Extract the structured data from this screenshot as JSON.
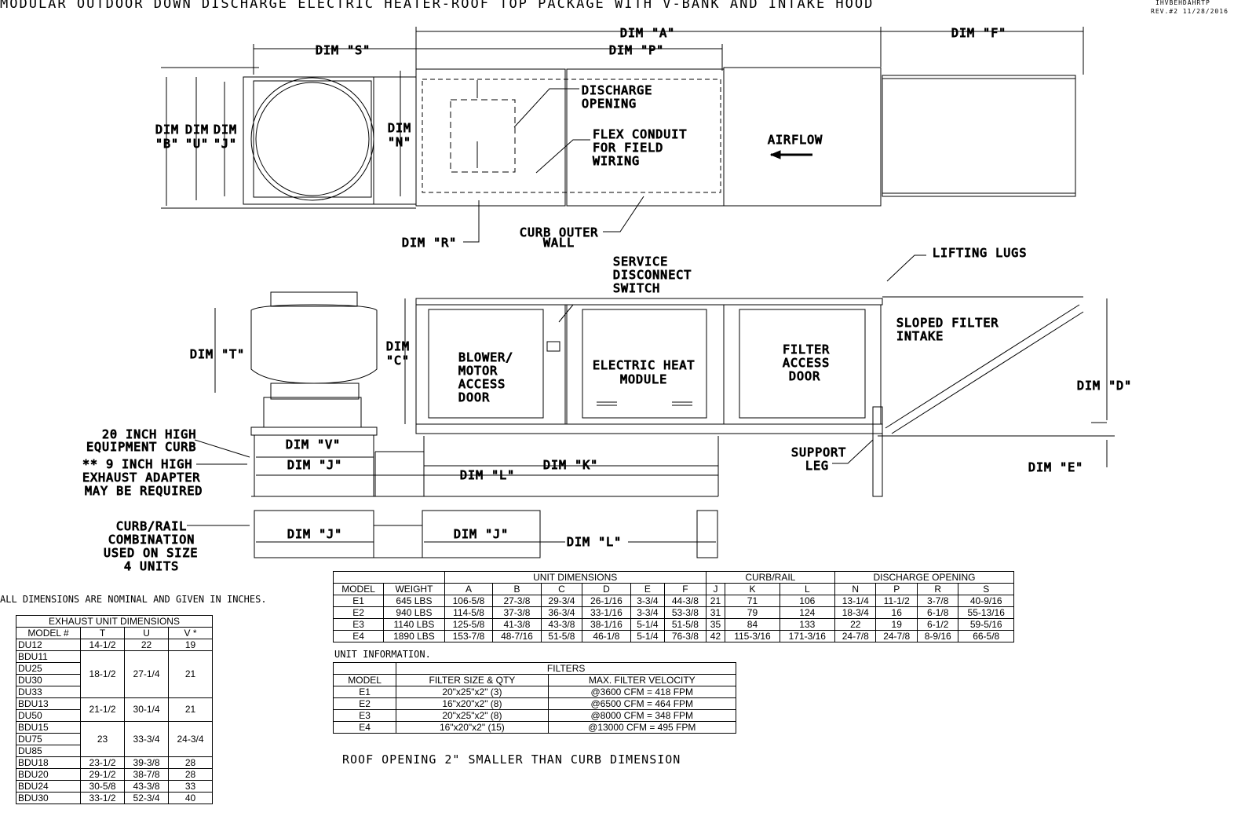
{
  "title": "MODULAR OUTDOOR DOWN DISCHARGE ELECTRIC HEATER-ROOF TOP PACKAGE WITH V-BANK AND INTAKE HOOD",
  "drawing_id": "IHVBEHDAHRTP",
  "revision": "REV.#2   11/28/2016",
  "labels": {
    "dim_a": "DIM \"A\"",
    "dim_f": "DIM \"F\"",
    "dim_s": "DIM \"S\"",
    "dim_p": "DIM \"P\"",
    "dim_b1": "DIM",
    "dim_b2": "\"B\"",
    "dim_u1": "DIM",
    "dim_u2": "\"U\"",
    "dim_j1": "DIM",
    "dim_j2": "\"J\"",
    "dim_n1": "DIM",
    "dim_n2": "\"N\"",
    "discharge1": "DISCHARGE",
    "discharge2": "OPENING",
    "flex1": "FLEX CONDUIT",
    "flex2": "FOR FIELD",
    "flex3": "WIRING",
    "airflow": "AIRFLOW",
    "dim_r": "DIM \"R\"",
    "curb1": "CURB OUTER",
    "curb2": "WALL",
    "service1": "SERVICE",
    "service2": "DISCONNECT",
    "service3": "SWITCH",
    "lifting": "LIFTING LUGS",
    "sloped1": "SLOPED FILTER",
    "sloped2": "INTAKE",
    "dim_t": "DIM \"T\"",
    "dim_c1": "DIM",
    "dim_c2": "\"C\"",
    "blower1": "BLOWER/",
    "blower2": "MOTOR",
    "blower3": "ACCESS",
    "blower4": "DOOR",
    "heat1": "ELECTRIC HEAT",
    "heat2": "MODULE",
    "filter1": "FILTER",
    "filter2": "ACCESS",
    "filter3": "DOOR",
    "dim_d": "DIM \"D\"",
    "dim_e": "DIM \"E\"",
    "curb20_1": "20 INCH HIGH",
    "curb20_2": "EQUIPMENT CURB",
    "adapter1": "** 9 INCH HIGH",
    "adapter2": "EXHAUST ADAPTER",
    "adapter3": "MAY BE REQUIRED",
    "dim_v": "DIM \"V\"",
    "dim_j_a": "DIM \"J\"",
    "dim_l_a": "DIM \"L\"",
    "dim_k": "DIM \"K\"",
    "support1": "SUPPORT",
    "support2": "LEG",
    "combo1": "CURB/RAIL",
    "combo2": "COMBINATION",
    "combo3": "USED ON SIZE",
    "combo4": "4 UNITS",
    "dim_j_b": "DIM \"J\"",
    "dim_j_c": "DIM \"J\"",
    "dim_l_b": "DIM \"L\"",
    "nominal": "ALL DIMENSIONS ARE NOMINAL AND GIVEN IN INCHES.",
    "unit_info": "UNIT INFORMATION.",
    "roof_note": "ROOF OPENING 2\" SMALLER THAN CURB DIMENSION"
  },
  "main_table": {
    "group_headers": [
      "UNIT DIMENSIONS",
      "CURB/RAIL",
      "DISCHARGE OPENING"
    ],
    "columns": [
      "MODEL",
      "WEIGHT",
      "A",
      "B",
      "C",
      "D",
      "E",
      "F",
      "J",
      "K",
      "L",
      "N",
      "P",
      "R",
      "S"
    ],
    "rows": [
      [
        "E1",
        "645 LBS",
        "106-5/8",
        "27-3/8",
        "29-3/4",
        "26-1/16",
        "3-3/4",
        "44-3/8",
        "21",
        "71",
        "106",
        "13-1/4",
        "11-1/2",
        "3-7/8",
        "40-9/16"
      ],
      [
        "E2",
        "940 LBS",
        "114-5/8",
        "37-3/8",
        "36-3/4",
        "33-1/16",
        "3-3/4",
        "53-3/8",
        "31",
        "79",
        "124",
        "18-3/4",
        "16",
        "6-1/8",
        "55-13/16"
      ],
      [
        "E3",
        "1140 LBS",
        "125-5/8",
        "41-3/8",
        "43-3/8",
        "38-1/16",
        "5-1/4",
        "51-5/8",
        "35",
        "84",
        "133",
        "22",
        "19",
        "6-1/2",
        "59-5/16"
      ],
      [
        "E4",
        "1890 LBS",
        "153-7/8",
        "48-7/16",
        "51-5/8",
        "46-1/8",
        "5-1/4",
        "76-3/8",
        "42",
        "115-3/16",
        "171-3/16",
        "24-7/8",
        "24-7/8",
        "8-9/16",
        "66-5/8"
      ]
    ]
  },
  "filters_table": {
    "group_header": "FILTERS",
    "columns": [
      "MODEL",
      "FILTER SIZE & QTY",
      "MAX. FILTER VELOCITY"
    ],
    "rows": [
      [
        "E1",
        "20\"x25\"x2\" (3)",
        "@3600 CFM = 418 FPM"
      ],
      [
        "E2",
        "16\"x20\"x2\" (8)",
        "@6500 CFM = 464 FPM"
      ],
      [
        "E3",
        "20\"x25\"x2\" (8)",
        "@8000 CFM = 348 FPM"
      ],
      [
        "E4",
        "16\"x20\"x2\" (15)",
        "@13000 CFM = 495 FPM"
      ]
    ]
  },
  "exhaust_table": {
    "title": "EXHAUST UNIT DIMENSIONS",
    "columns": [
      "MODEL #",
      "T",
      "U",
      "V *"
    ],
    "groups": [
      {
        "models": [
          "DU12"
        ],
        "t": "14-1/2",
        "u": "22",
        "v": "19"
      },
      {
        "models": [
          "BDU11",
          "DU25",
          "DU30",
          "DU33"
        ],
        "t": "18-1/2",
        "u": "27-1/4",
        "v": "21"
      },
      {
        "models": [
          "BDU13",
          "DU50"
        ],
        "t": "21-1/2",
        "u": "30-1/4",
        "v": "21"
      },
      {
        "models": [
          "BDU15",
          "DU75",
          "DU85"
        ],
        "t": "23",
        "u": "33-3/4",
        "v": "24-3/4"
      },
      {
        "models": [
          "BDU18"
        ],
        "t": "23-1/2",
        "u": "39-3/8",
        "v": "28"
      },
      {
        "models": [
          "BDU20"
        ],
        "t": "29-1/2",
        "u": "38-7/8",
        "v": "28"
      },
      {
        "models": [
          "BDU24"
        ],
        "t": "30-5/8",
        "u": "43-3/8",
        "v": "33"
      },
      {
        "models": [
          "BDU30"
        ],
        "t": "33-1/2",
        "u": "52-3/4",
        "v": "40"
      }
    ]
  }
}
